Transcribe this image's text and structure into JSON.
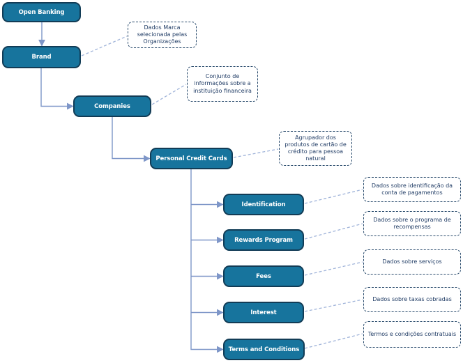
{
  "nodes": [
    {
      "id": "open-banking",
      "label": "Open Banking"
    },
    {
      "id": "brand",
      "label": "Brand"
    },
    {
      "id": "companies",
      "label": "Companies"
    },
    {
      "id": "personal-credit-cards",
      "label": "Personal Credit Cards"
    },
    {
      "id": "identification",
      "label": "Identification"
    },
    {
      "id": "rewards-program",
      "label": "Rewards Program"
    },
    {
      "id": "fees",
      "label": "Fees"
    },
    {
      "id": "interest",
      "label": "Interest"
    },
    {
      "id": "terms-and-conditions",
      "label": "Terms and Conditions"
    }
  ],
  "notes": [
    {
      "for": "brand",
      "text": "Dados Marca selecionada pelas Organizações"
    },
    {
      "for": "companies",
      "text": "Conjunto de informações sobre a instituição financeira"
    },
    {
      "for": "personal-credit-cards",
      "text": "Agrupador dos produtos de cartão de crédito para pessoa natural"
    },
    {
      "for": "identification",
      "text": "Dados sobre identificação da conta de pagamentos"
    },
    {
      "for": "rewards-program",
      "text": "Dados sobre o programa de recompensas"
    },
    {
      "for": "fees",
      "text": "Dados sobre serviços"
    },
    {
      "for": "interest",
      "text": "Dados sobre taxas cobradas"
    },
    {
      "for": "terms-and-conditions",
      "text": "Termos e condições contratuais"
    }
  ],
  "edges": [
    [
      "Open Banking",
      "Brand"
    ],
    [
      "Brand",
      "Companies"
    ],
    [
      "Companies",
      "Personal Credit Cards"
    ],
    [
      "Personal Credit Cards",
      "Identification"
    ],
    [
      "Personal Credit Cards",
      "Rewards Program"
    ],
    [
      "Personal Credit Cards",
      "Fees"
    ],
    [
      "Personal Credit Cards",
      "Interest"
    ],
    [
      "Personal Credit Cards",
      "Terms and Conditions"
    ]
  ],
  "colors": {
    "node-fill": "#17749D",
    "node-border": "#123C56",
    "node-text": "#FFFFFF",
    "line": "#7E96C8",
    "leader": "#9FB3D9",
    "note-border": "#27496B",
    "note-text": "#1F3B64",
    "bg": "#FFFFFF"
  }
}
